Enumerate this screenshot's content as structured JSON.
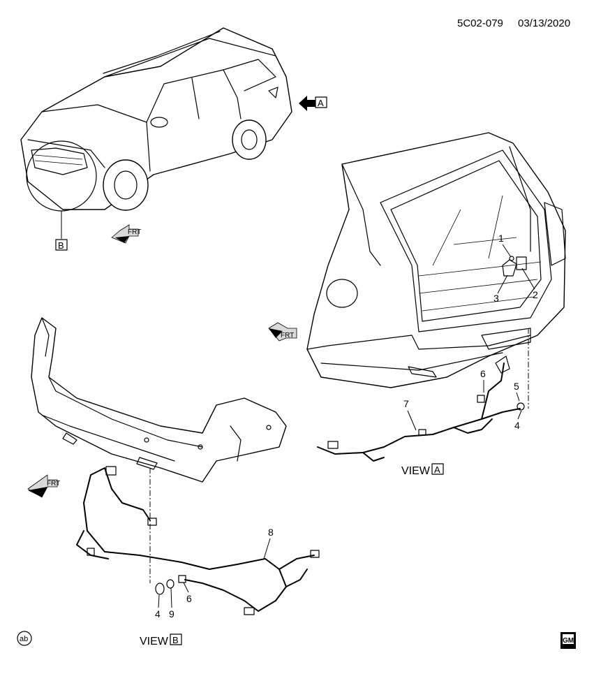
{
  "header": {
    "code": "5C02-079",
    "date": "03/13/2020"
  },
  "view_a": {
    "arrow_letter": "A",
    "label_text": "VIEW",
    "label_letter": "A"
  },
  "view_b": {
    "detail_letter": "B",
    "label_text": "VIEW",
    "label_letter": "B"
  },
  "direction_label": "FRT",
  "logo_text": "ab",
  "brand_mark": "GM",
  "callouts_view_a": [
    "1",
    "2",
    "3",
    "4",
    "5",
    "6",
    "7"
  ],
  "callouts_view_b": [
    "4",
    "9",
    "6",
    "8"
  ]
}
